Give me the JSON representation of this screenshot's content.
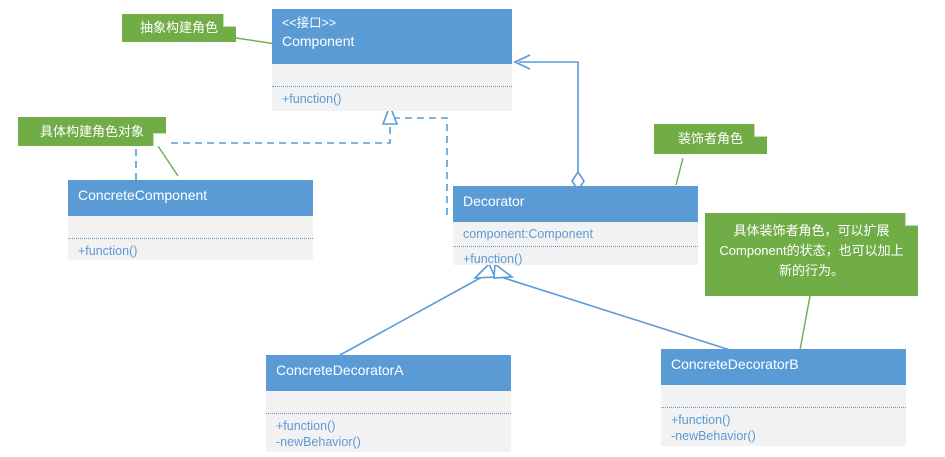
{
  "diagram": {
    "title": "Decorator Pattern UML Class Diagram",
    "colors": {
      "class_header": "#5b9bd5",
      "class_body": "#f2f2f2",
      "member_text": "#5b9bd5",
      "note_fill": "#70ad47",
      "connector": "#5b9bd5",
      "note_leader": "#70ad47"
    }
  },
  "classes": {
    "component": {
      "stereotype": "<<接口>>",
      "name": "Component",
      "attributes": [],
      "operations": [
        "+function()"
      ]
    },
    "concrete_component": {
      "stereotype": "",
      "name": "ConcreteComponent",
      "attributes": [],
      "operations": [
        "+function()"
      ]
    },
    "decorator": {
      "stereotype": "",
      "name": "Decorator",
      "attributes": [
        "component:Component"
      ],
      "operations": [
        "+function()"
      ]
    },
    "concrete_decorator_a": {
      "stereotype": "",
      "name": "ConcreteDecoratorA",
      "attributes": [],
      "operations": [
        "+function()",
        "-newBehavior()"
      ]
    },
    "concrete_decorator_b": {
      "stereotype": "",
      "name": "ConcreteDecoratorB",
      "attributes": [],
      "operations": [
        "+function()",
        "-newBehavior()"
      ]
    }
  },
  "notes": {
    "abstract_role": {
      "text": "抽象构建角色"
    },
    "concrete_role": {
      "text": "具体构建角色对象"
    },
    "decorator_role": {
      "text": "装饰者角色"
    },
    "concrete_decorator_role": {
      "lines": [
        "具体装饰者角色，可以扩展",
        "Component的状态，也可以加上",
        "新的行为。"
      ]
    }
  },
  "relationships": [
    {
      "name": "concrete-component-realizes-component",
      "type": "realization",
      "from": "ConcreteComponent",
      "to": "Component",
      "style": "dashed",
      "arrow": "hollow-triangle"
    },
    {
      "name": "decorator-realizes-component",
      "type": "realization",
      "from": "Decorator",
      "to": "Component",
      "style": "dashed",
      "arrow": "hollow-triangle"
    },
    {
      "name": "decorator-aggregates-component",
      "type": "aggregation",
      "from": "Decorator",
      "to": "Component",
      "style": "solid",
      "arrow": "open-arrow",
      "source_decoration": "hollow-diamond"
    },
    {
      "name": "concrete-decorator-a-extends-decorator",
      "type": "generalization",
      "from": "ConcreteDecoratorA",
      "to": "Decorator",
      "style": "solid",
      "arrow": "hollow-triangle"
    },
    {
      "name": "concrete-decorator-b-extends-decorator",
      "type": "generalization",
      "from": "ConcreteDecoratorB",
      "to": "Decorator",
      "style": "solid",
      "arrow": "hollow-triangle"
    }
  ]
}
